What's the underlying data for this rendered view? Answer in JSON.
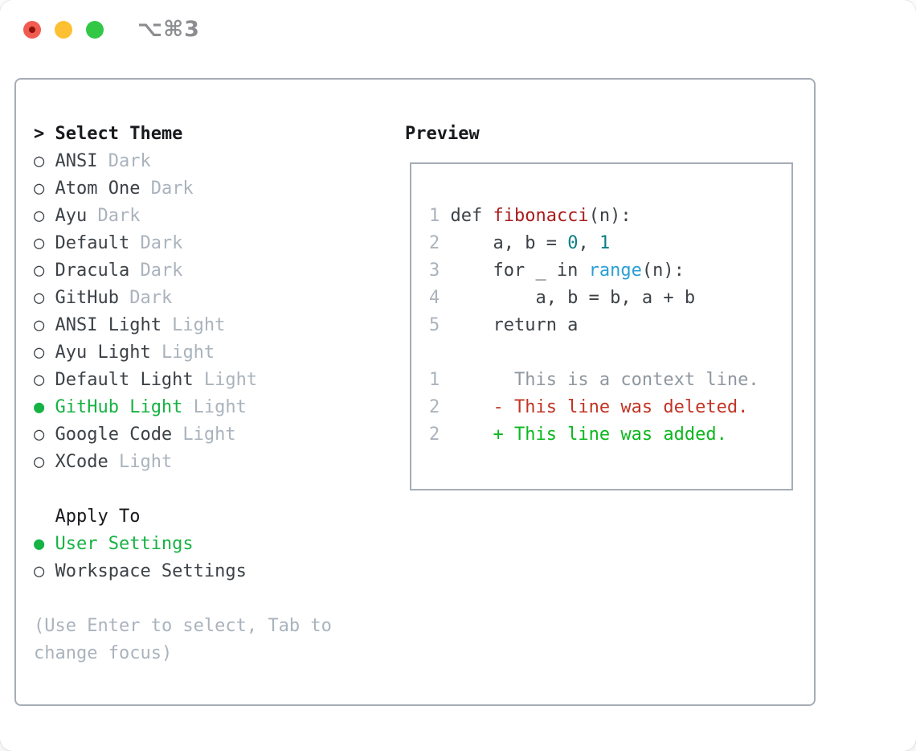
{
  "window": {
    "title": "⌥⌘3"
  },
  "theme_list": {
    "cursor": ">",
    "header": "Select Theme",
    "radio_selected": "●",
    "radio_unselected": "○",
    "items": [
      {
        "name": "ANSI",
        "tag": "Dark",
        "selected": false
      },
      {
        "name": "Atom One",
        "tag": "Dark",
        "selected": false
      },
      {
        "name": "Ayu",
        "tag": "Dark",
        "selected": false
      },
      {
        "name": "Default",
        "tag": "Dark",
        "selected": false
      },
      {
        "name": "Dracula",
        "tag": "Dark",
        "selected": false
      },
      {
        "name": "GitHub",
        "tag": "Dark",
        "selected": false
      },
      {
        "name": "ANSI Light",
        "tag": "Light",
        "selected": false
      },
      {
        "name": "Ayu Light",
        "tag": "Light",
        "selected": false
      },
      {
        "name": "Default Light",
        "tag": "Light",
        "selected": false
      },
      {
        "name": "GitHub Light",
        "tag": "Light",
        "selected": true
      },
      {
        "name": "Google Code",
        "tag": "Light",
        "selected": false
      },
      {
        "name": "XCode",
        "tag": "Light",
        "selected": false
      }
    ]
  },
  "apply_to": {
    "header": "Apply To",
    "items": [
      {
        "name": "User Settings",
        "selected": true
      },
      {
        "name": "Workspace Settings",
        "selected": false
      }
    ]
  },
  "help_text": "(Use Enter to select, Tab to change focus)",
  "preview": {
    "header": "Preview",
    "code_lines": [
      {
        "num": "1",
        "spans": [
          {
            "t": "def ",
            "c": "code"
          },
          {
            "t": "fibonacci",
            "c": "func"
          },
          {
            "t": "(n):",
            "c": "code"
          }
        ]
      },
      {
        "num": "2",
        "spans": [
          {
            "t": "    a, b = ",
            "c": "code"
          },
          {
            "t": "0",
            "c": "num"
          },
          {
            "t": ", ",
            "c": "code"
          },
          {
            "t": "1",
            "c": "num"
          }
        ]
      },
      {
        "num": "3",
        "spans": [
          {
            "t": "    for _ in ",
            "c": "code"
          },
          {
            "t": "range",
            "c": "builtin"
          },
          {
            "t": "(n):",
            "c": "code"
          }
        ]
      },
      {
        "num": "4",
        "spans": [
          {
            "t": "        a, b = b, a + b",
            "c": "code"
          }
        ]
      },
      {
        "num": "5",
        "spans": [
          {
            "t": "    return a",
            "c": "code"
          }
        ]
      }
    ],
    "diff_lines": [
      {
        "num": "1",
        "spans": [
          {
            "t": "      This is a context line.",
            "c": "context"
          }
        ]
      },
      {
        "num": "2",
        "spans": [
          {
            "t": "    - This line was deleted.",
            "c": "deleted"
          }
        ]
      },
      {
        "num": "2",
        "spans": [
          {
            "t": "    + This line was added.",
            "c": "added"
          }
        ]
      }
    ]
  },
  "colors": {
    "accent_green": "#17b244",
    "diff_added_green": "#0db71e",
    "diff_deleted_red": "#c23424",
    "function_red": "#a81d1d",
    "number_teal": "#0d7f85",
    "builtin_blue": "#2b9fd4",
    "muted_gray": "#aab3bd",
    "context_gray": "#8f979f",
    "text_dark": "#3c4146",
    "heading_black": "#17191c",
    "panel_border": "#a6adb7",
    "traffic_red": "#f25c50",
    "traffic_yellow": "#fcc032",
    "traffic_green": "#32c846",
    "title_gray": "#8b8d90"
  }
}
